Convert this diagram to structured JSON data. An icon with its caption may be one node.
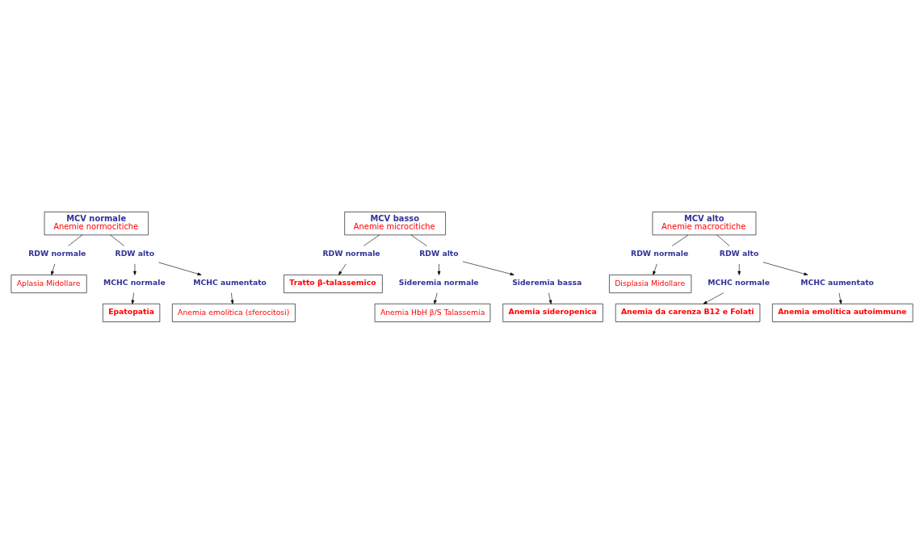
{
  "diagram": {
    "nodes": [
      {
        "text": [
          "MCV normale",
          "Anemie normocitiche"
        ]
      },
      {
        "text": [
          "RDW normale"
        ]
      },
      {
        "text": [
          "RDW alto"
        ]
      },
      {
        "text": [
          "Aplasia Midollare"
        ]
      },
      {
        "text": [
          "MCHC normale"
        ]
      },
      {
        "text": [
          "Epatopatia"
        ]
      },
      {
        "text": [
          "MCHC aumentato"
        ]
      },
      {
        "text": [
          "Anemia emolitica (sferocitosi)"
        ]
      },
      {
        "text": [
          "MCV basso",
          "Anemie microcitiche"
        ]
      },
      {
        "text": [
          "RDW normale"
        ]
      },
      {
        "text": [
          "RDW alto"
        ]
      },
      {
        "text": [
          "Tratto β-talassemico"
        ]
      },
      {
        "text": [
          "Sideremia normale"
        ]
      },
      {
        "text": [
          "Anemia HbH β/S Talassemia"
        ]
      },
      {
        "text": [
          "Sideremia bassa"
        ]
      },
      {
        "text": [
          "Anemia sideropenica"
        ]
      },
      {
        "text": [
          "MCV alto",
          "Anemie macrocitiche"
        ]
      },
      {
        "text": [
          "RDW normale"
        ]
      },
      {
        "text": [
          "RDW alto"
        ]
      },
      {
        "text": [
          "Displasia Midollare"
        ]
      },
      {
        "text": [
          "MCHC normale"
        ]
      },
      {
        "text": [
          "Anemia da carenza B12 e Folati"
        ]
      },
      {
        "text": [
          "MCHC aumentato"
        ]
      },
      {
        "text": [
          "Anemia emolitica autoimmune"
        ]
      }
    ],
    "edges": [
      {
        "from": 0,
        "to": 1,
        "arrow": "none"
      },
      {
        "from": 0,
        "to": 2,
        "arrow": "none"
      },
      {
        "from": 1,
        "to": 3,
        "arrow": "to"
      },
      {
        "from": 2,
        "to": 4,
        "arrow": "to"
      },
      {
        "from": 4,
        "to": 5,
        "arrow": "to"
      },
      {
        "from": 2,
        "to": 6,
        "arrow": "to"
      },
      {
        "from": 6,
        "to": 7,
        "arrow": "to"
      },
      {
        "from": 8,
        "to": 9,
        "arrow": "none"
      },
      {
        "from": 8,
        "to": 10,
        "arrow": "none"
      },
      {
        "from": 9,
        "to": 11,
        "arrow": "to"
      },
      {
        "from": 10,
        "to": 12,
        "arrow": "to"
      },
      {
        "from": 12,
        "to": 13,
        "arrow": "to"
      },
      {
        "from": 10,
        "to": 14,
        "arrow": "to"
      },
      {
        "from": 14,
        "to": 15,
        "arrow": "to"
      },
      {
        "from": 16,
        "to": 17,
        "arrow": "none"
      },
      {
        "from": 16,
        "to": 18,
        "arrow": "none"
      },
      {
        "from": 17,
        "to": 19,
        "arrow": "to"
      },
      {
        "from": 18,
        "to": 20,
        "arrow": "to"
      },
      {
        "from": 20,
        "to": 21,
        "arrow": "to"
      },
      {
        "from": 18,
        "to": 22,
        "arrow": "to"
      },
      {
        "from": 22,
        "to": 23,
        "arrow": "to"
      }
    ]
  }
}
